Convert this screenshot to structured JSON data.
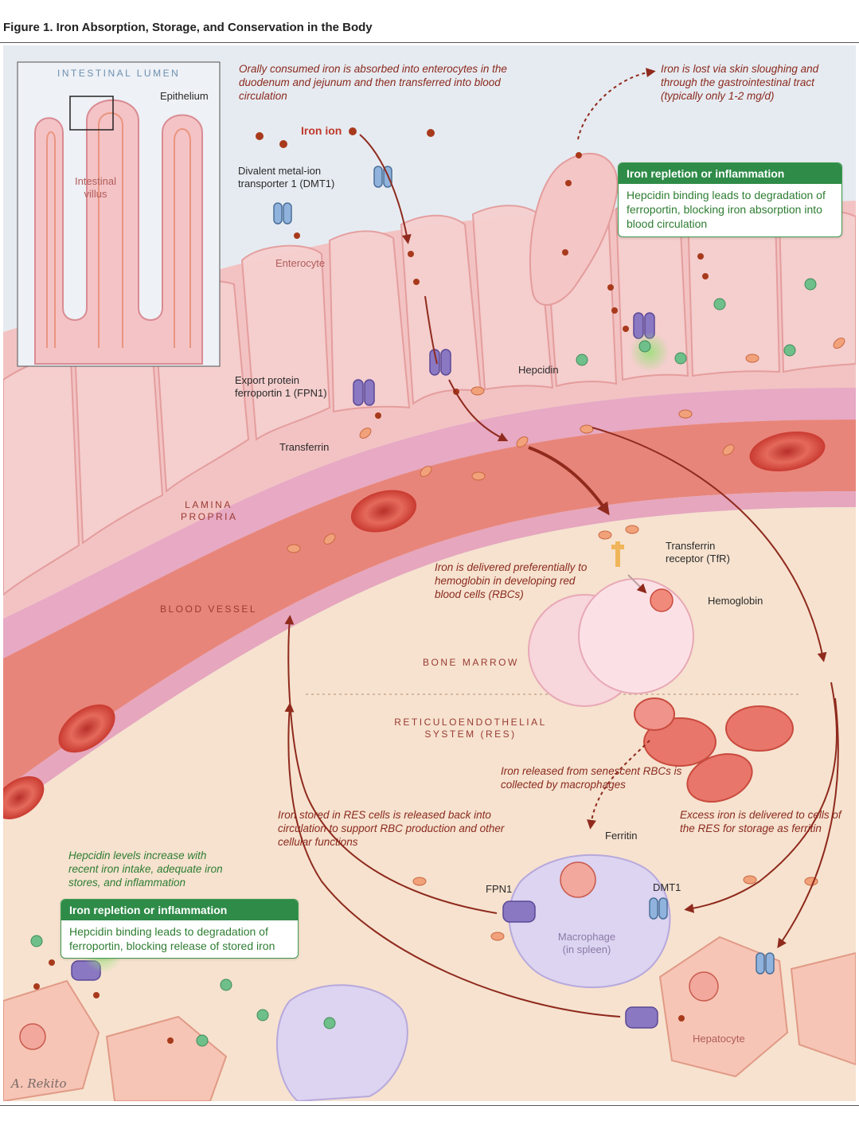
{
  "figure_title": "Figure 1. Iron Absorption, Storage, and Conservation in the Body",
  "inset": {
    "lumen_label": "INTESTINAL LUMEN",
    "epithelium_label": "Epithelium",
    "villus_label": "Intestinal villus"
  },
  "labels": {
    "orally_consumed": "Orally consumed iron is absorbed into enterocytes in the duodenum and jejunum and then transferred into blood circulation",
    "iron_lost": "Iron is lost via skin sloughing and through the gastrointestinal tract (typically only 1-2 mg/d)",
    "iron_ion": "Iron ion",
    "dmt1_full": "Divalent metal-ion transporter 1 (DMT1)",
    "enterocyte": "Enterocyte",
    "hepcidin": "Hepcidin",
    "fpn1_full": "Export protein ferroportin 1 (FPN1)",
    "transferrin": "Transferrin",
    "lamina_propria": "LAMINA PROPRIA",
    "blood_vessel": "BLOOD VESSEL",
    "tfr": "Transferrin receptor (TfR)",
    "iron_delivered": "Iron is delivered preferentially to hemoglobin in developing red blood cells (RBCs)",
    "hemoglobin": "Hemoglobin",
    "bone_marrow": "BONE MARROW",
    "res": "RETICULOENDOTHELIAL SYSTEM (RES)",
    "iron_released": "Iron released from senescent RBCs is collected by macrophages",
    "iron_stored": "Iron stored in RES cells is released back into circulation to support RBC production and other cellular functions",
    "excess_iron": "Excess iron is delivered to cells of the RES for storage as ferritin",
    "hepcidin_levels": "Hepcidin levels increase with recent iron intake, adequate iron stores, and inflammation",
    "ferritin": "Ferritin",
    "fpn1": "FPN1",
    "dmt1": "DMT1",
    "macrophage": "Macrophage (in spleen)",
    "hepatocyte": "Hepatocyte",
    "signature": "A. Rekito"
  },
  "callout_top": {
    "title": "Iron repletion or inflammation",
    "body": "Hepcidin binding leads to degradation of ferroportin, blocking iron absorption into blood circulation"
  },
  "callout_bottom": {
    "title": "Iron repletion or inflammation",
    "body": "Hepcidin binding leads to degradation of ferroportin, blocking release of stored iron"
  },
  "colors": {
    "iron": "#a83a1c",
    "transferrin": "#f2a27a",
    "dmt1": "#8fb3dc",
    "fpn1": "#8a78c2",
    "hepcidin": "#6fbf8a",
    "arrow": "#8f2a1d",
    "callout_green": "#2e8b48"
  }
}
